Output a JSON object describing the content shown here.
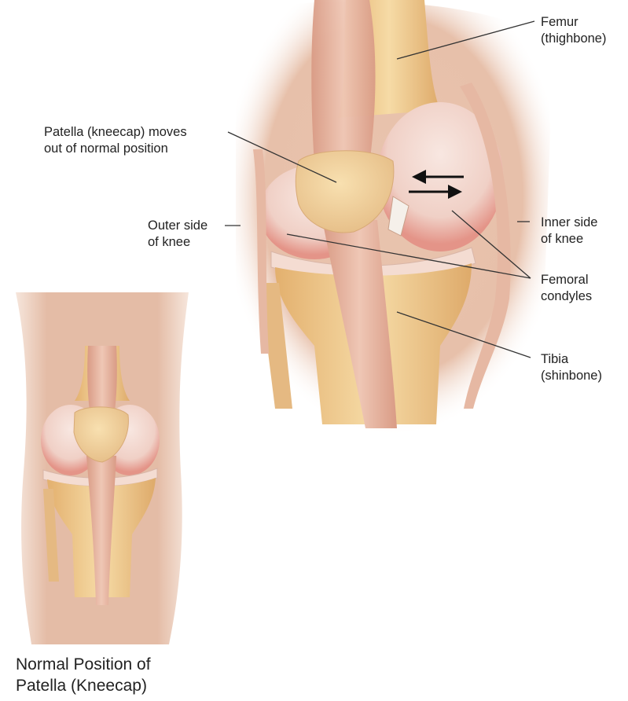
{
  "labels": {
    "femur": [
      "Femur",
      "(thighbone)"
    ],
    "patella_moves": [
      "Patella (kneecap) moves",
      "out of normal position"
    ],
    "outer_side": [
      "Outer side",
      "of knee"
    ],
    "inner_side": [
      "Inner side",
      "of knee"
    ],
    "femoral_condyles": [
      "Femoral",
      "condyles"
    ],
    "tibia": [
      "Tibia",
      "(shinbone)"
    ]
  },
  "caption": [
    "Normal Position of",
    "Patella (Kneecap)"
  ],
  "colors": {
    "skin": "#e8c3ad",
    "skin_dark": "#d8a98f",
    "bone": "#f0cf96",
    "bone_shadow": "#dca865",
    "cartilage": "#f2d9d0",
    "condyle_red": "#e59c93",
    "tendon": "#e3b19c",
    "leader": "#333333"
  }
}
